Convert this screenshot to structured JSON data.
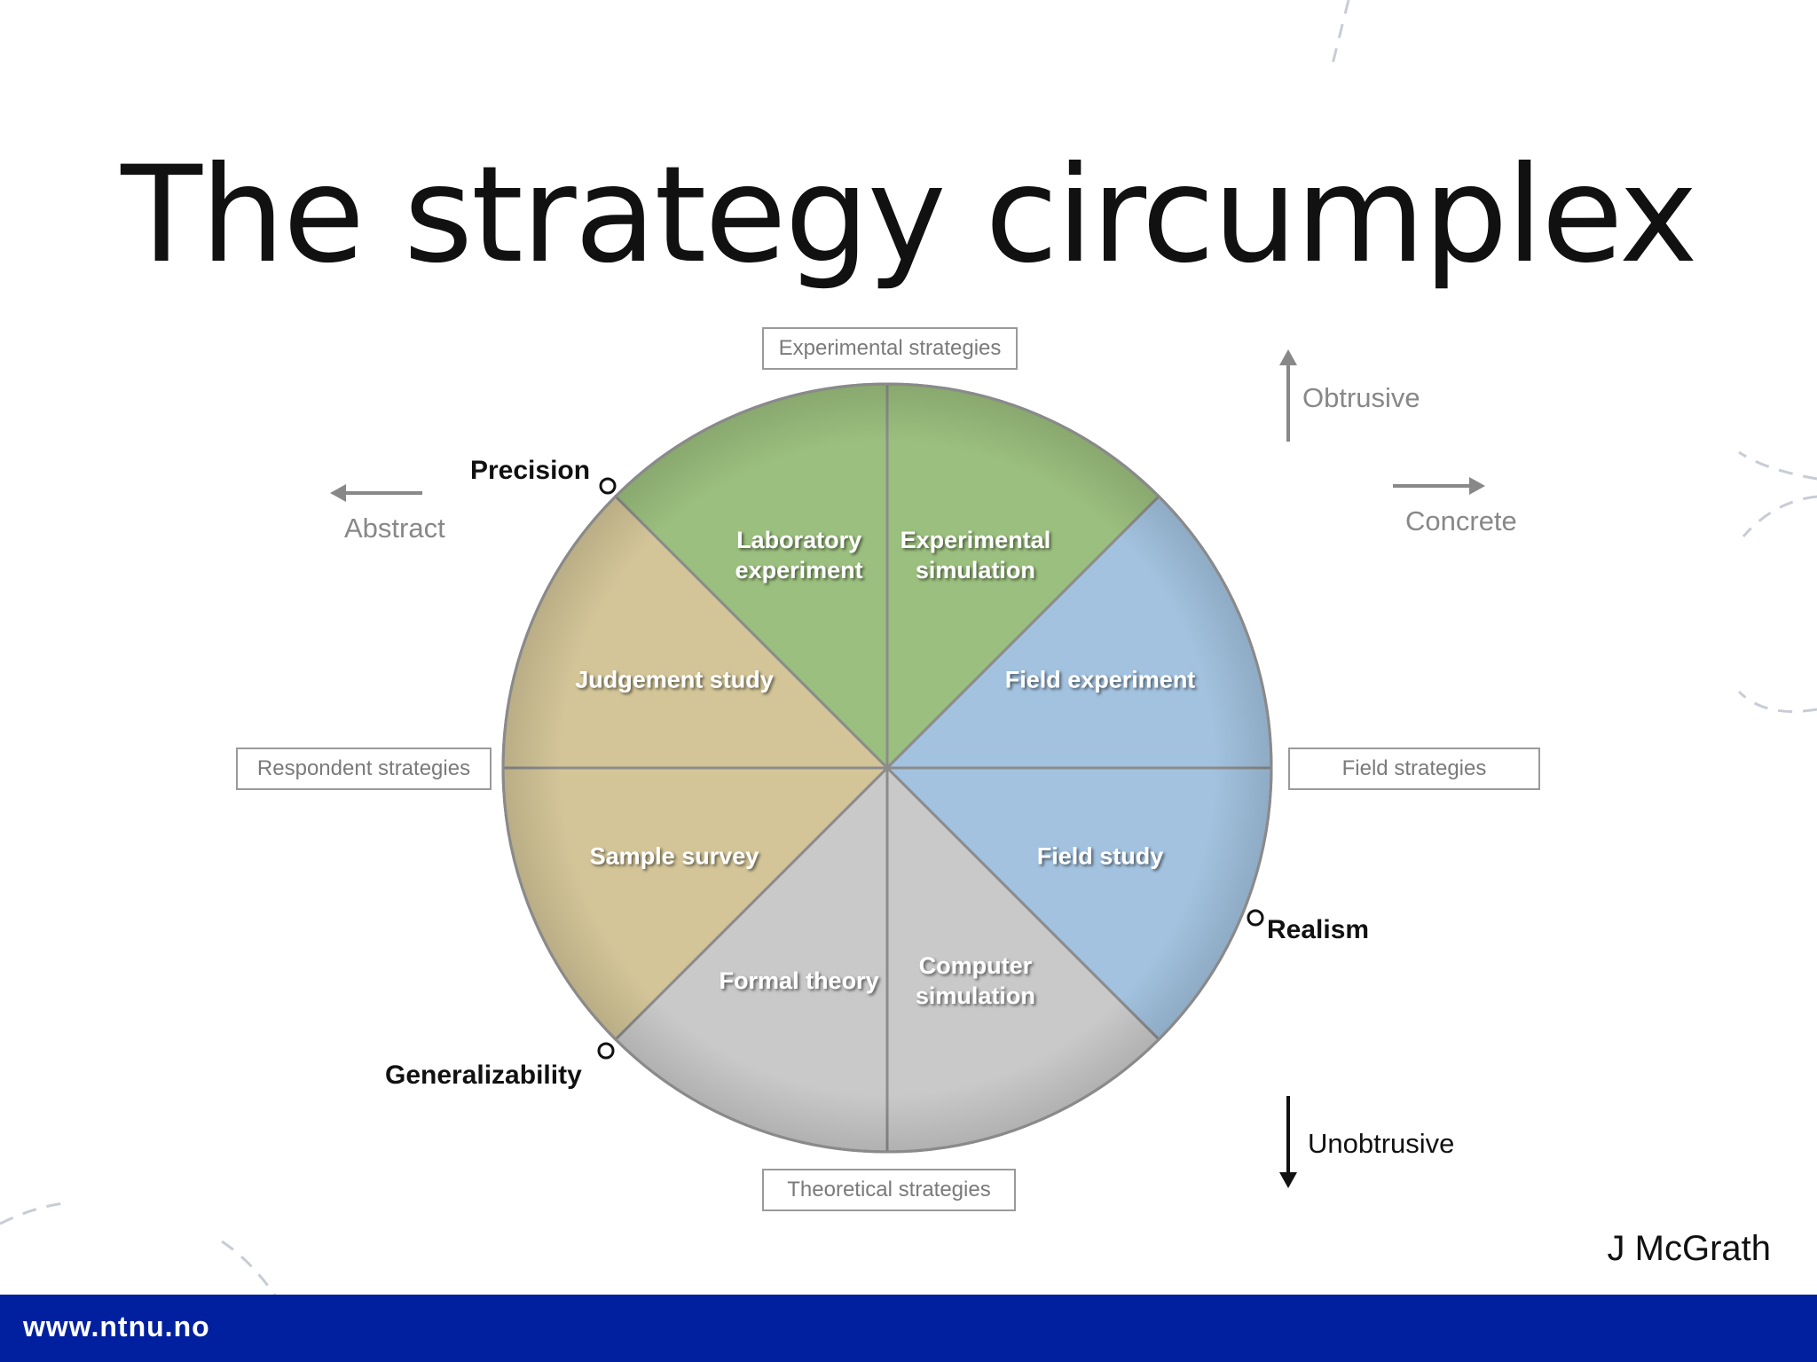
{
  "title": "The strategy circumplex",
  "boxes": {
    "experimental": "Experimental strategies",
    "respondent": "Respondent strategies",
    "field": "Field strategies",
    "theoretical": "Theoretical strategies"
  },
  "axes": {
    "obtrusive": "Obtrusive",
    "unobtrusive": "Unobtrusive",
    "abstract": "Abstract",
    "concrete": "Concrete"
  },
  "points": {
    "precision": "Precision",
    "realism": "Realism",
    "generalizability": "Generalizability"
  },
  "segments": [
    {
      "lines": [
        "Laboratory",
        "experiment"
      ],
      "color": "#9bbf7e"
    },
    {
      "lines": [
        "Experimental",
        "simulation"
      ],
      "color": "#9bbf7e"
    },
    {
      "lines": [
        "Field experiment"
      ],
      "color": "#a2c2df"
    },
    {
      "lines": [
        "Field study"
      ],
      "color": "#a2c2df"
    },
    {
      "lines": [
        "Computer",
        "simulation"
      ],
      "color": "#c9c9c9"
    },
    {
      "lines": [
        "Formal theory"
      ],
      "color": "#c9c9c9"
    },
    {
      "lines": [
        "Sample survey"
      ],
      "color": "#d3c598"
    },
    {
      "lines": [
        "Judgement study"
      ],
      "color": "#d3c598"
    }
  ],
  "credit": "J McGrath",
  "footer": {
    "url": "www.ntnu.no",
    "color": "#00209f"
  }
}
